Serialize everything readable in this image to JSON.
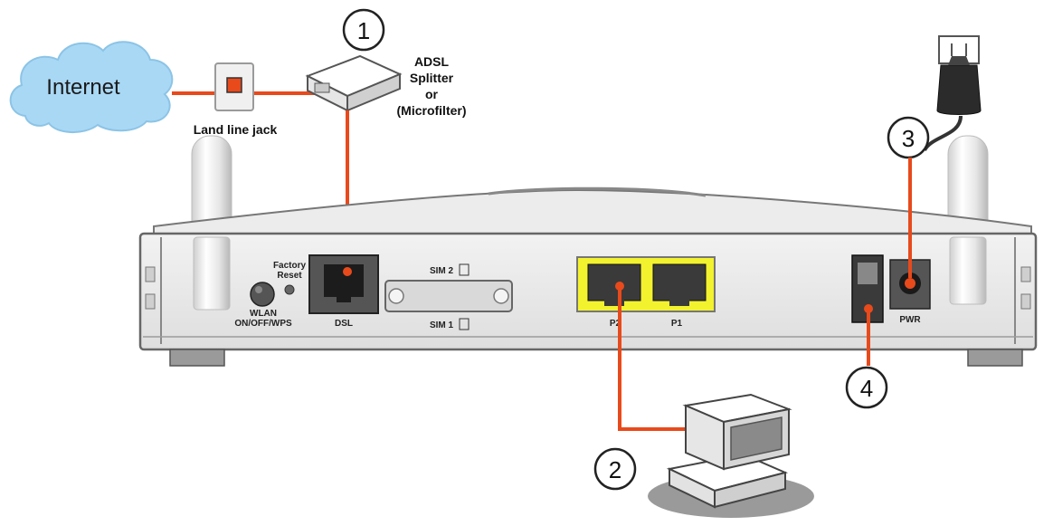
{
  "cloud": {
    "label": "Internet"
  },
  "jack": {
    "label": "Land line jack"
  },
  "splitter": {
    "lines": [
      "ADSL",
      "Splitter",
      "or",
      "(Microfilter)"
    ]
  },
  "router": {
    "wlan_lines": [
      "WLAN",
      "ON/OFF/WPS"
    ],
    "reset_lines": [
      "Factory",
      "Reset"
    ],
    "dsl_label": "DSL",
    "sim2_label": "SIM 2",
    "sim1_label": "SIM 1",
    "p2_label": "P2",
    "p1_label": "P1",
    "pwr_label": "PWR"
  },
  "callouts": [
    "1",
    "2",
    "3",
    "4"
  ],
  "colors": {
    "cable": "#e84a1c",
    "cloud": "#a9d8f5",
    "lan_port": "#f3f22e"
  }
}
